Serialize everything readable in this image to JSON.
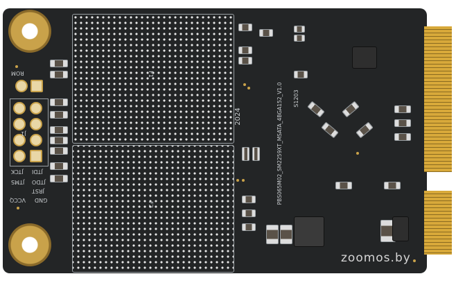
{
  "board": {
    "labels": {
      "rom": "ROM",
      "header": "J1",
      "jtck": "JTCK",
      "jtdi": "JTDI",
      "jtms": "JTMS",
      "jtdo": "JTDO",
      "jrst": "JRST",
      "gnd": "GND",
      "vccq": "VCCQ",
      "flash1": "F1",
      "flash2": "F2",
      "year": "2024",
      "model": "PBS065M02_SM2259XT_MSATA_4BGA152_V1.0",
      "code": "S1203"
    }
  },
  "watermark": "zoomos.by",
  "colors": {
    "pcb": "#232526",
    "gold": "#c9a24a",
    "silk": "#c9cdd0"
  }
}
